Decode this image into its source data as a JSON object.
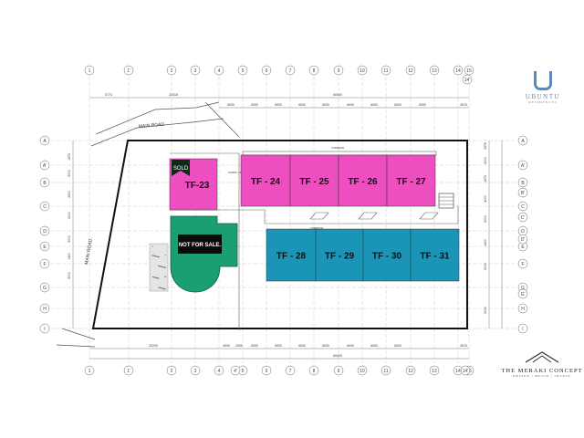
{
  "grid": {
    "columns": [
      "1",
      "1'",
      "2",
      "3",
      "4",
      "5",
      "6",
      "7",
      "8",
      "9",
      "10",
      "11",
      "12",
      "13",
      "14",
      "15"
    ],
    "rows": [
      "A",
      "A'",
      "B",
      "C",
      "D",
      "E",
      "F",
      "G",
      "H",
      "I"
    ],
    "right_extra_tags": [
      "B'",
      "C'",
      "D'",
      "G'"
    ],
    "bottom_extra_tags": [
      "4'",
      "14'"
    ],
    "top_extra_tag": "14'"
  },
  "dimensions": {
    "top_left_1": "5774",
    "top_left_2": "22418",
    "top_total": "60000",
    "top_bays": [
      "6000",
      "6000",
      "6000",
      "6000",
      "6000",
      "6000",
      "6000",
      "6000",
      "6000"
    ],
    "top_end": "2576",
    "bottom_left": "32200",
    "bottom_1": "4000",
    "bottom_2": "2000",
    "bottom_bays": [
      "6000",
      "6000",
      "6000",
      "6000",
      "6000",
      "6000",
      "6000"
    ],
    "bottom_end": "2576",
    "bottom_total": "60000",
    "left_rows": [
      "1575",
      "5000",
      "2500",
      "2000",
      "5000",
      "1400",
      "5000"
    ],
    "right_rows": [
      "2576",
      "3000",
      "1575",
      "4000",
      "5000",
      "1400",
      "5000",
      "5000"
    ]
  },
  "roads": {
    "main_road_top": "MAIN ROAD",
    "main_road_left": "MAIN ROAD"
  },
  "labels": {
    "corridor": "CORRIDOR",
    "stair_lift": "STAIRS / LIFT / LOBBY",
    "not_for_sale": "NOT FOR SALE.",
    "sold": "SOLD"
  },
  "units": [
    {
      "id": "TF-23",
      "status": "sold",
      "color": "#ee4fc0"
    },
    {
      "id": "TF - 24",
      "status": "available",
      "color": "#ee4fc0"
    },
    {
      "id": "TF - 25",
      "status": "available",
      "color": "#ee4fc0"
    },
    {
      "id": "TF - 26",
      "status": "available",
      "color": "#ee4fc0"
    },
    {
      "id": "TF - 27",
      "status": "available",
      "color": "#ee4fc0"
    },
    {
      "id": "TF - 28",
      "status": "available",
      "color": "#1b95b7"
    },
    {
      "id": "TF - 29",
      "status": "available",
      "color": "#1b95b7"
    },
    {
      "id": "TF - 30",
      "status": "available",
      "color": "#1b95b7"
    },
    {
      "id": "TF - 31",
      "status": "available",
      "color": "#1b95b7"
    }
  ],
  "not_for_sale_color": "#1a9e72",
  "branding": {
    "top_logo_name": "UBUNTU",
    "top_logo_sub": "RESIDENCES",
    "bottom_logo_name": "THE MERAKI CONCEPT",
    "bottom_logo_sub": "DESIGN | BUILD | INVEST"
  }
}
